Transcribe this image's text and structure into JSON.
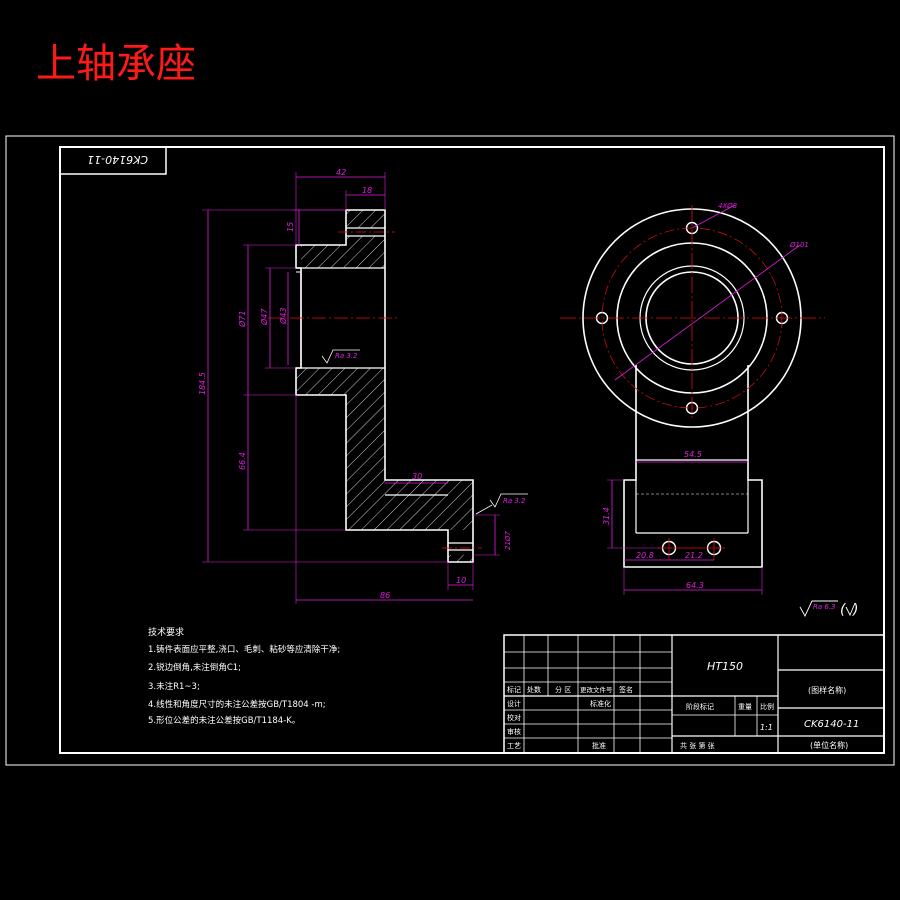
{
  "sheet": {
    "title": "上轴承座",
    "rotated_code": "CK6140-11"
  },
  "dims": {
    "d42": "42",
    "d18": "18",
    "d15": "15",
    "d71": "Ø71",
    "d47": "Ø47",
    "d43": "Ø43",
    "d184": "184.5",
    "d664": "66.4",
    "d30": "30",
    "d21": "21Ø7",
    "d10": "10",
    "d86": "86",
    "ra32a": "Ra 3.2",
    "ra32b": "Ra 3.2",
    "holes": "4XØ8",
    "d101": "Ø101",
    "d545": "54.5",
    "d314": "31.4",
    "d208": "20.8",
    "d212": "21.2",
    "d643": "64.3",
    "roughness_general": "Ra 6.3"
  },
  "notes": {
    "heading": "技术要求",
    "items": [
      "1.铸件表面应平整,浇口、毛刺、粘砂等应清除干净;",
      "2.锐边倒角,未注倒角C1;",
      "3.未注R1~3;",
      "4.线性和角度尺寸的未注公差按GB/T1804 -m;",
      "5.形位公差的未注公差按GB/T1184-K。"
    ]
  },
  "title_block": {
    "material": "HT150",
    "part_name": "(图样名称)",
    "drawing_no": "CK6140-11",
    "unit": "(单位名称)",
    "row_labels": [
      "标记",
      "处数",
      "分 区",
      "更改文件号",
      "签名"
    ],
    "design": "设计",
    "check": "校对",
    "review": "审核",
    "craft": "工艺",
    "standard": "标准化",
    "approve": "批准",
    "stage": "阶段标记",
    "weight": "重量",
    "scale_label": "比例",
    "scale": "1:1",
    "sheets": "共   张  第   张"
  }
}
